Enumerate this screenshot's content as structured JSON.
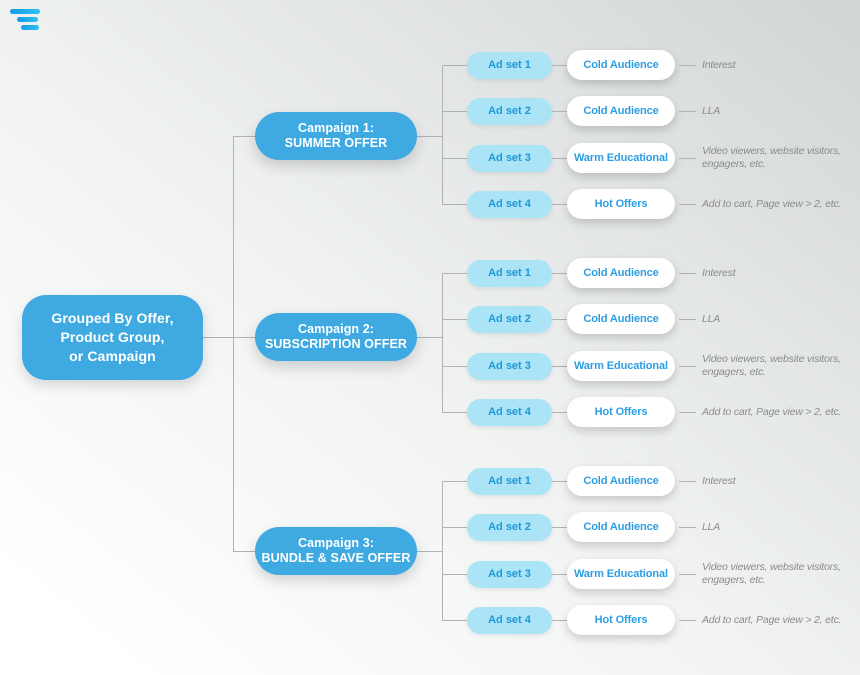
{
  "logo": {
    "icon": "funnel-bars-icon"
  },
  "palette": {
    "node_blue": "#3FA9E1",
    "adset_bg": "#ABE3F7",
    "adset_text": "#1B9AD7",
    "audience_text": "#2B9EE1",
    "annotation_text": "#8B8B8B",
    "line": "#B2B2B2",
    "logo_blue_start": "#149BE6",
    "logo_blue_end": "#2FC0F2"
  },
  "root": {
    "label": "Grouped By Offer,\nProduct Group,\nor Campaign"
  },
  "campaigns": [
    {
      "title": "Campaign 1:",
      "subtitle": "SUMMER OFFER",
      "ad_sets": [
        {
          "label": "Ad set 1",
          "audience": "Cold Audience",
          "annotation": "Interest"
        },
        {
          "label": "Ad set 2",
          "audience": "Cold Audience",
          "annotation": "LLA"
        },
        {
          "label": "Ad set 3",
          "audience": "Warm Educational",
          "annotation": "Video viewers, website visitors,\nengagers, etc."
        },
        {
          "label": "Ad set 4",
          "audience": "Hot Offers",
          "annotation": "Add to cart, Page view > 2, etc."
        }
      ]
    },
    {
      "title": "Campaign 2:",
      "subtitle": "SUBSCRIPTION OFFER",
      "ad_sets": [
        {
          "label": "Ad set 1",
          "audience": "Cold Audience",
          "annotation": "Interest"
        },
        {
          "label": "Ad set 2",
          "audience": "Cold Audience",
          "annotation": "LLA"
        },
        {
          "label": "Ad set 3",
          "audience": "Warm Educational",
          "annotation": "Video viewers, website visitors,\nengagers, etc."
        },
        {
          "label": "Ad set 4",
          "audience": "Hot Offers",
          "annotation": "Add to cart, Page view > 2, etc."
        }
      ]
    },
    {
      "title": "Campaign 3:",
      "subtitle": "BUNDLE & SAVE OFFER",
      "ad_sets": [
        {
          "label": "Ad set 1",
          "audience": "Cold Audience",
          "annotation": "Interest"
        },
        {
          "label": "Ad set 2",
          "audience": "Cold Audience",
          "annotation": "LLA"
        },
        {
          "label": "Ad set 3",
          "audience": "Warm Educational",
          "annotation": "Video viewers, website visitors,\nengagers, etc."
        },
        {
          "label": "Ad set 4",
          "audience": "Hot Offers",
          "annotation": "Add to cart, Page view > 2, etc."
        }
      ]
    }
  ]
}
